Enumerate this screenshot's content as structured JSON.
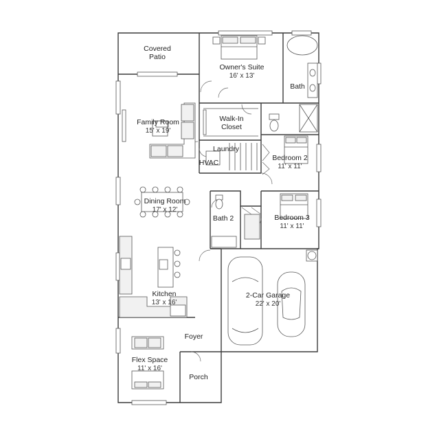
{
  "rooms": [
    {
      "id": "covered-patio",
      "label_lines": [
        "Covered",
        "Patio"
      ],
      "dims": ""
    },
    {
      "id": "owners-suite",
      "label_lines": [
        "Owner's Suite"
      ],
      "dims": "16' x 13'"
    },
    {
      "id": "bath",
      "label_lines": [
        "Bath"
      ],
      "dims": ""
    },
    {
      "id": "family-room",
      "label_lines": [
        "Family Room"
      ],
      "dims": "15' x 19'"
    },
    {
      "id": "walk-in-closet",
      "label_lines": [
        "Walk-In",
        "Closet"
      ],
      "dims": ""
    },
    {
      "id": "laundry",
      "label_lines": [
        "Laundry"
      ],
      "dims": ""
    },
    {
      "id": "hvac",
      "label_lines": [
        "HVAC"
      ],
      "dims": ""
    },
    {
      "id": "bedroom-2",
      "label_lines": [
        "Bedroom 2"
      ],
      "dims": "11' x 11'"
    },
    {
      "id": "dining-room",
      "label_lines": [
        "Dining Room"
      ],
      "dims": "17' x 12'"
    },
    {
      "id": "bath-2",
      "label_lines": [
        "Bath 2"
      ],
      "dims": ""
    },
    {
      "id": "bedroom-3",
      "label_lines": [
        "Bedroom 3"
      ],
      "dims": "11' x 11'"
    },
    {
      "id": "kitchen",
      "label_lines": [
        "Kitchen"
      ],
      "dims": "13' x 16'"
    },
    {
      "id": "two-car-garage",
      "label_lines": [
        "2-Car Garage"
      ],
      "dims": "22' x 20'"
    },
    {
      "id": "foyer",
      "label_lines": [
        "Foyer"
      ],
      "dims": ""
    },
    {
      "id": "flex-space",
      "label_lines": [
        "Flex Space"
      ],
      "dims": "11' x 16'"
    },
    {
      "id": "porch",
      "label_lines": [
        "Porch"
      ],
      "dims": ""
    }
  ]
}
